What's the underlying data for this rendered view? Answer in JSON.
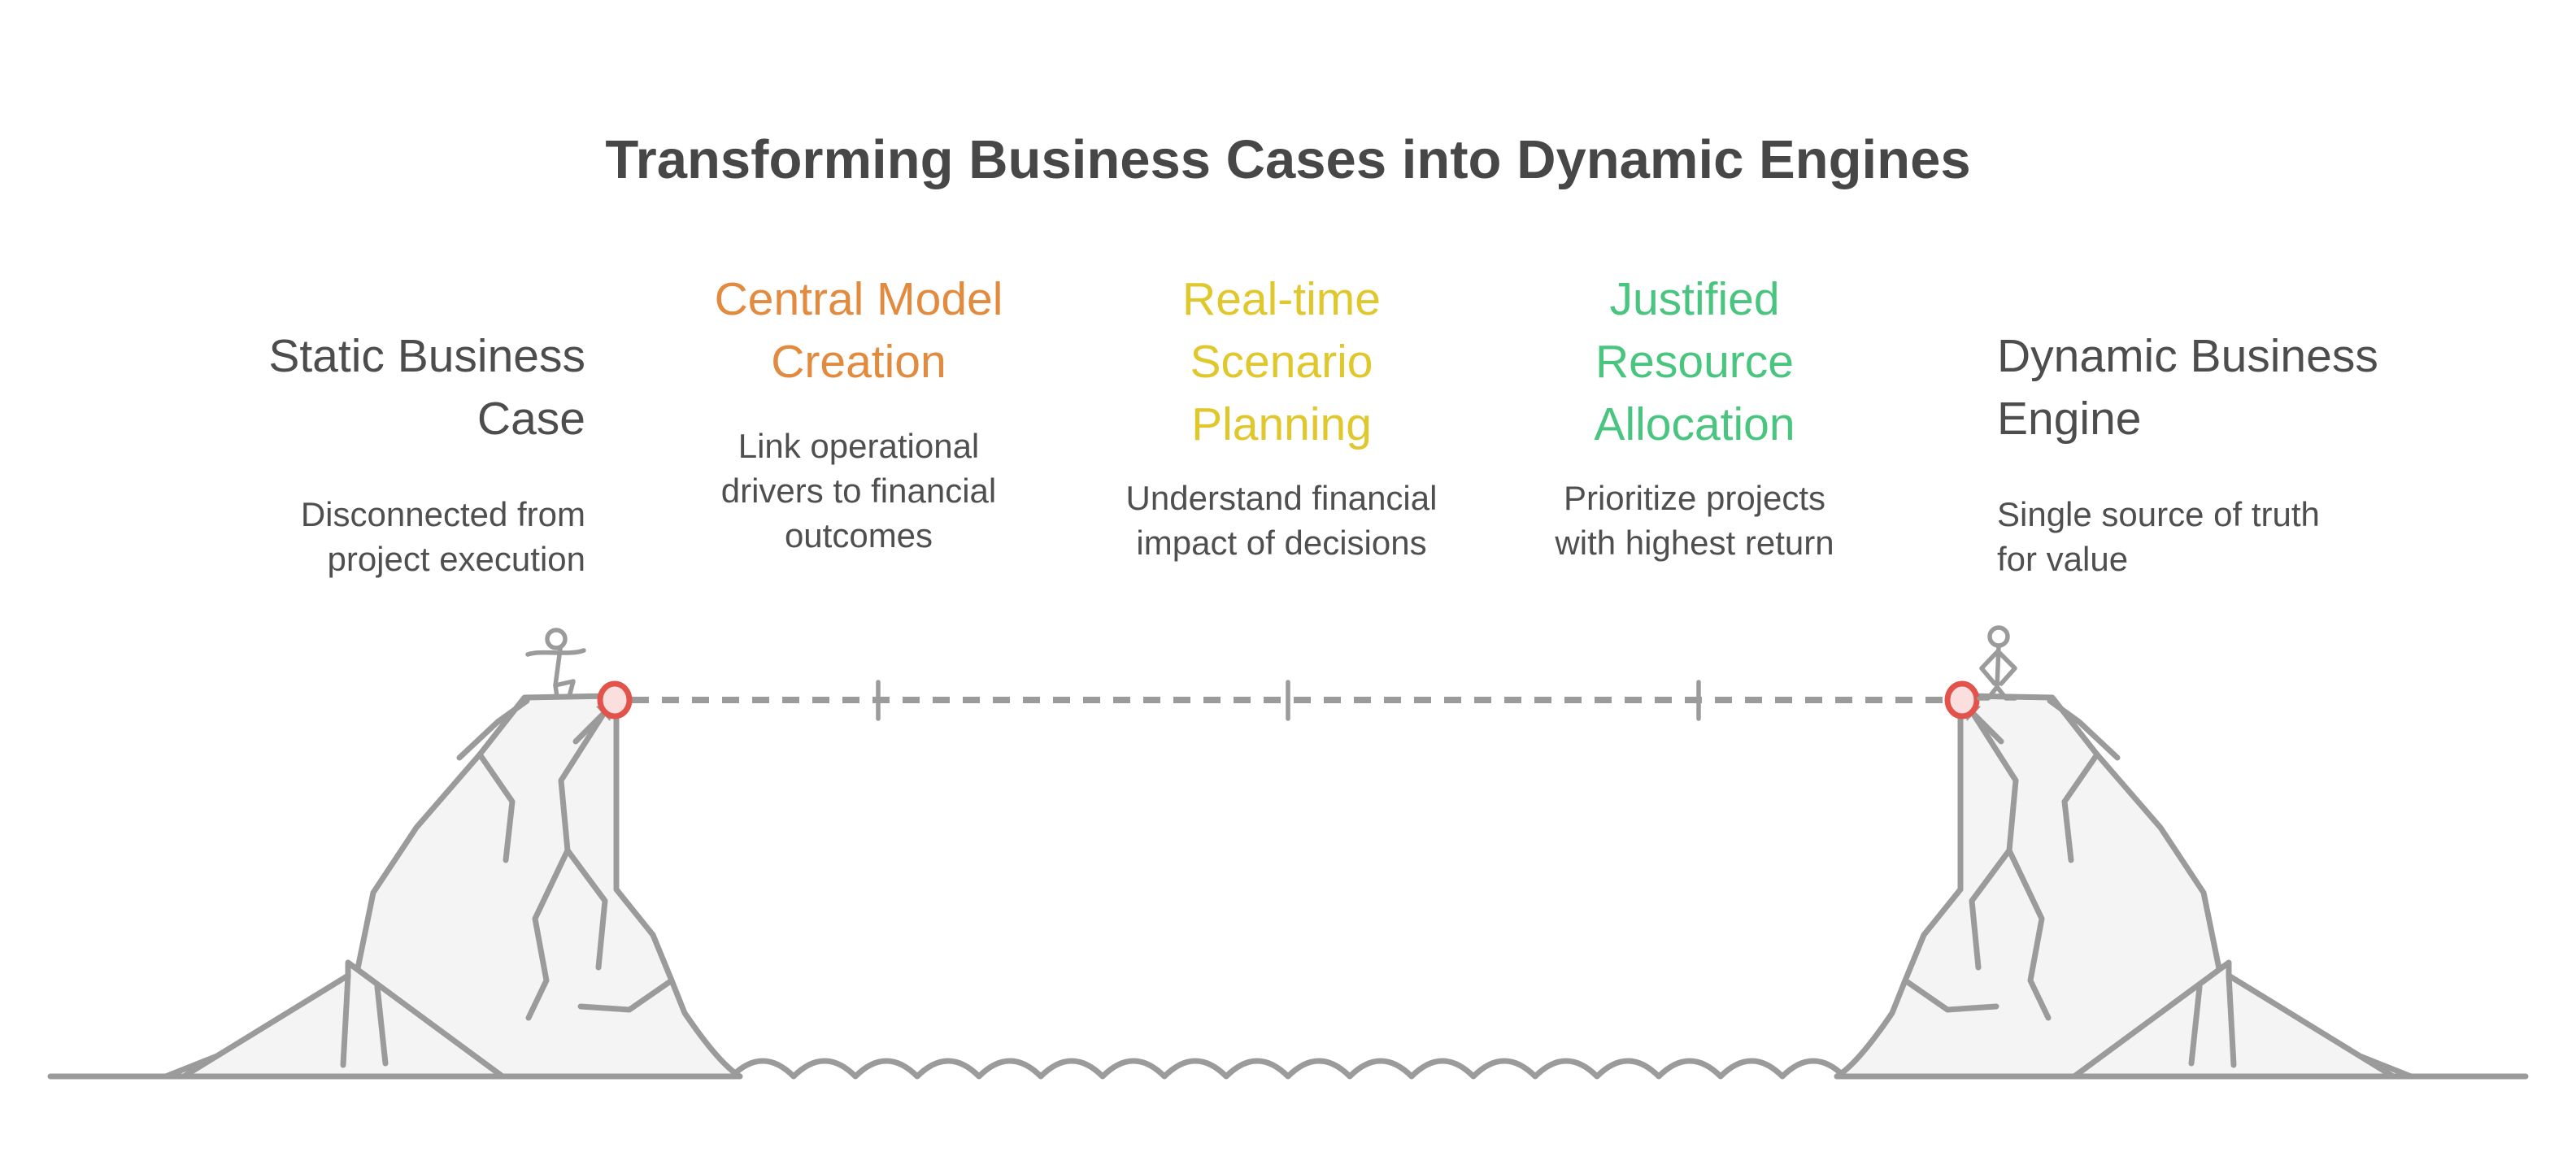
{
  "title": "Transforming Business Cases into Dynamic Engines",
  "columns": [
    {
      "id": "static-business-case",
      "heading_lines": [
        "Static Business",
        "Case"
      ],
      "body_lines": [
        "Disconnected from",
        "project execution"
      ],
      "heading_color": "#4D4D4D",
      "align": "right"
    },
    {
      "id": "central-model-creation",
      "heading_lines": [
        "Central Model",
        "Creation"
      ],
      "body_lines": [
        "Link operational",
        "drivers to financial",
        "outcomes"
      ],
      "heading_color": "#E28A3D",
      "align": "center"
    },
    {
      "id": "real-time-scenario-planning",
      "heading_lines": [
        "Real-time",
        "Scenario",
        "Planning"
      ],
      "body_lines": [
        "Understand financial",
        "impact of decisions"
      ],
      "heading_color": "#E0C72C",
      "align": "center"
    },
    {
      "id": "justified-resource-allocation",
      "heading_lines": [
        "Justified",
        "Resource",
        "Allocation"
      ],
      "body_lines": [
        "Prioritize projects",
        "with highest return"
      ],
      "heading_color": "#4AC580",
      "align": "center"
    },
    {
      "id": "dynamic-business-engine",
      "heading_lines": [
        "Dynamic Business",
        "Engine"
      ],
      "body_lines": [
        "Single source of truth",
        "for value"
      ],
      "heading_color": "#4D4D4D",
      "align": "left"
    }
  ],
  "illustration": {
    "line_color": "#9B9B9B",
    "rock_fill": "#F4F4F4",
    "anchor_ring_color": "#E2534C",
    "anchor_fill": "#FBDEDE",
    "elements": [
      "left-cliff",
      "right-cliff",
      "stick-figure-left",
      "stick-figure-right",
      "dashed-rope",
      "rope-ticks",
      "anchor-point-left",
      "anchor-point-right",
      "water-waves",
      "ground-line"
    ]
  }
}
